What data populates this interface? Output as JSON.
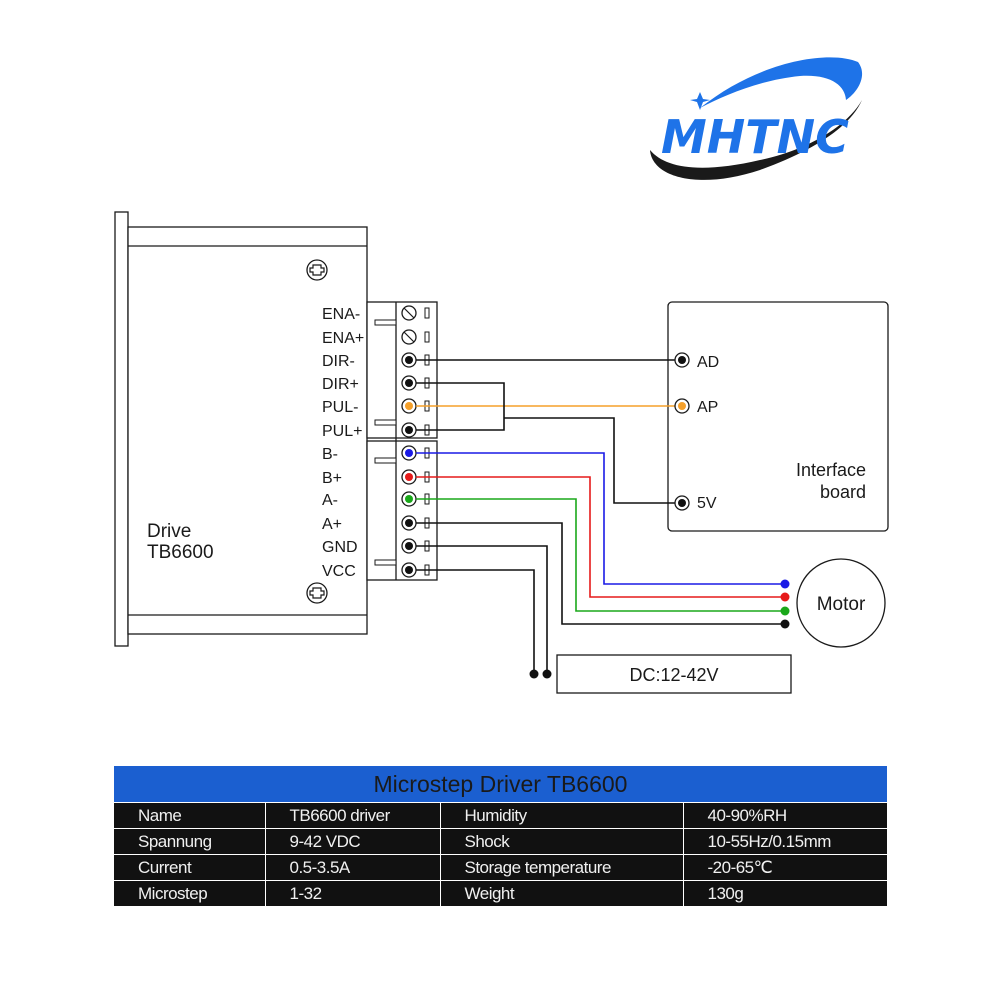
{
  "logo": {
    "text": "MHTNC",
    "color_primary": "#1e73e8",
    "color_dark": "#1a1a1a"
  },
  "driver": {
    "name_line1": "Drive",
    "name_line2": "TB6600",
    "pins": [
      "ENA-",
      "ENA+",
      "DIR-",
      "DIR+",
      "PUL-",
      "PUL+",
      "B-",
      "B+",
      "A-",
      "A+",
      "GND",
      "VCC"
    ]
  },
  "interface_board": {
    "label_line1": "Interface",
    "label_line2": "board",
    "pins": [
      "AD",
      "AP",
      "5V"
    ]
  },
  "motor": {
    "label": "Motor"
  },
  "power": {
    "label": "DC:12-42V"
  },
  "wire_colors": {
    "black": "#111111",
    "orange": "#f5a02a",
    "blue": "#1a1ae6",
    "red": "#e61a1a",
    "green": "#1aa81a"
  },
  "spec_table": {
    "title": "Microstep  Driver  TB6600",
    "rows": [
      [
        "Name",
        "TB6600 driver",
        "Humidity",
        "40-90%RH"
      ],
      [
        "Spannung",
        "9-42 VDC",
        "Shock",
        "10-55Hz/0.15mm"
      ],
      [
        "Current",
        "0.5-3.5A",
        "Storage temperature",
        "-20-65℃"
      ],
      [
        "Microstep",
        "1-32",
        "Weight",
        "130g"
      ]
    ]
  }
}
